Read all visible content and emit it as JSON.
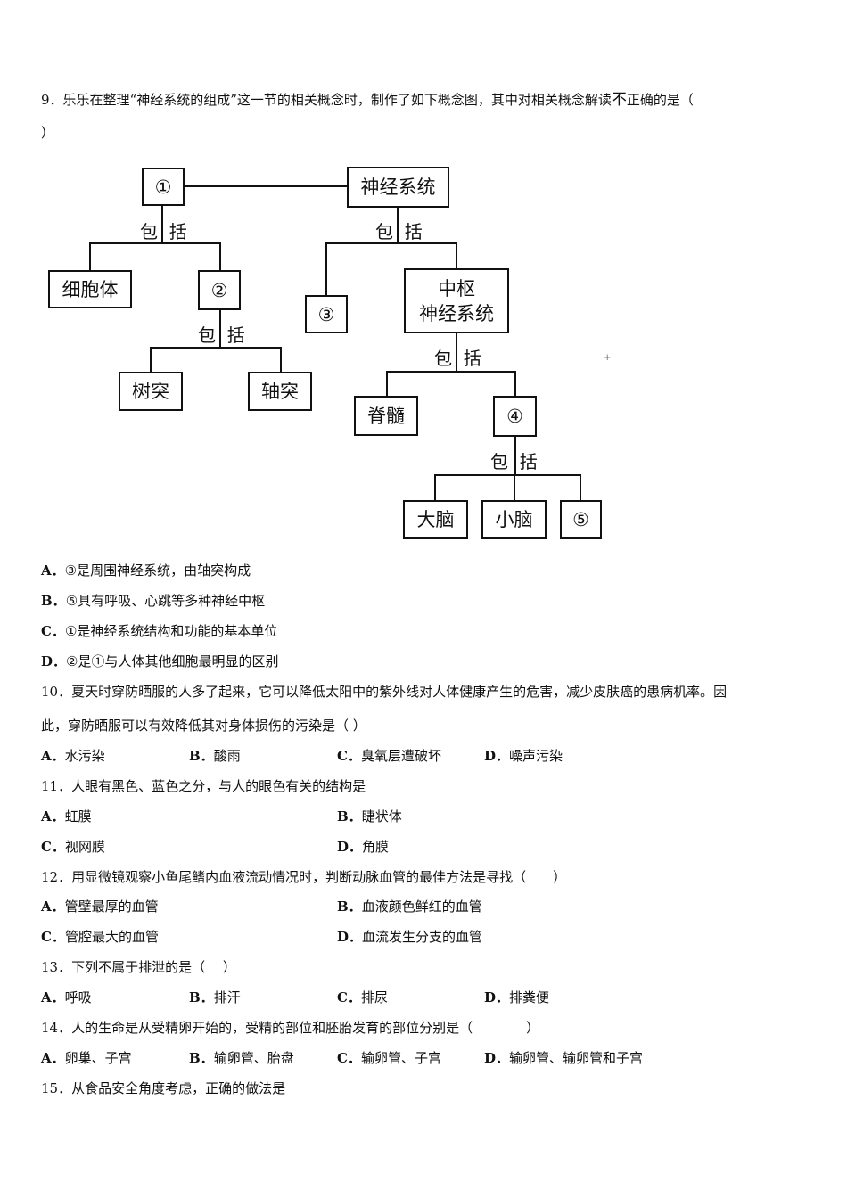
{
  "q9": {
    "stem_a": "9．乐乐在整理“神经系统的组成”这一节的相关概念时，制作了如下概念图，其中对相关概念解读",
    "stem_b": "不",
    "stem_c": "正确的是（",
    "stem_close": "）",
    "diagram": {
      "b1": "①",
      "nervous_system": "神经系统",
      "cell_body": "细胞体",
      "b2": "②",
      "b3": "③",
      "cns_line1": "中枢",
      "cns_line2": "神经系统",
      "dendrite": "树突",
      "axon": "轴突",
      "spinal_cord": "脊髓",
      "b4": "④",
      "cerebrum": "大脑",
      "cerebellum": "小脑",
      "b5": "⑤",
      "bao": "包",
      "kuo": "括"
    },
    "options": [
      {
        "letter": "A．",
        "text": "③是周围神经系统，由轴突构成"
      },
      {
        "letter": "B．",
        "text": "⑤具有呼吸、心跳等多种神经中枢"
      },
      {
        "letter": "C．",
        "text": "①是神经系统结构和功能的基本单位"
      },
      {
        "letter": "D．",
        "text": "②是①与人体其他细胞最明显的区别"
      }
    ]
  },
  "q10": {
    "stem1": "10．夏天时穿防晒服的人多了起来，它可以降低太阳中的紫外线对人体健康产生的危害，减少皮肤癌的患病机率。因",
    "stem2": "此，穿防晒服可以有效降低其对身体损伤的污染是（ ）",
    "options": [
      {
        "letter": "A．",
        "text": "水污染"
      },
      {
        "letter": "B．",
        "text": "酸雨"
      },
      {
        "letter": "C．",
        "text": "臭氧层遭破坏"
      },
      {
        "letter": "D．",
        "text": "噪声污染"
      }
    ]
  },
  "q11": {
    "stem": "11．人眼有黑色、蓝色之分，与人的眼色有关的结构是",
    "options": [
      {
        "letter": "A．",
        "text": "虹膜"
      },
      {
        "letter": "B．",
        "text": "睫状体"
      },
      {
        "letter": "C．",
        "text": "视网膜"
      },
      {
        "letter": "D．",
        "text": "角膜"
      }
    ]
  },
  "q12": {
    "stem": "12．用显微镜观察小鱼尾鳍内血液流动情况时，判断动脉血管的最佳方法是寻找（　　）",
    "options": [
      {
        "letter": "A．",
        "text": "管壁最厚的血管"
      },
      {
        "letter": "B．",
        "text": "血液颜色鲜红的血管"
      },
      {
        "letter": "C．",
        "text": "管腔最大的血管"
      },
      {
        "letter": "D．",
        "text": "血流发生分支的血管"
      }
    ]
  },
  "q13": {
    "stem": "13．下列不属于排泄的是（　 ）",
    "options": [
      {
        "letter": "A．",
        "text": "呼吸"
      },
      {
        "letter": "B．",
        "text": "排汗"
      },
      {
        "letter": "C．",
        "text": "排尿"
      },
      {
        "letter": "D．",
        "text": "排粪便"
      }
    ]
  },
  "q14": {
    "stem": "14．人的生命是从受精卵开始的，受精的部位和胚胎发育的部位分别是（　　　　）",
    "options": [
      {
        "letter": "A．",
        "text": "卵巢、子宫"
      },
      {
        "letter": "B．",
        "text": "输卵管、胎盘"
      },
      {
        "letter": "C．",
        "text": "输卵管、子宫"
      },
      {
        "letter": "D．",
        "text": "输卵管、输卵管和子宫"
      }
    ]
  },
  "q15": {
    "stem": "15．从食品安全角度考虑，正确的做法是"
  },
  "stray_mark": "+"
}
